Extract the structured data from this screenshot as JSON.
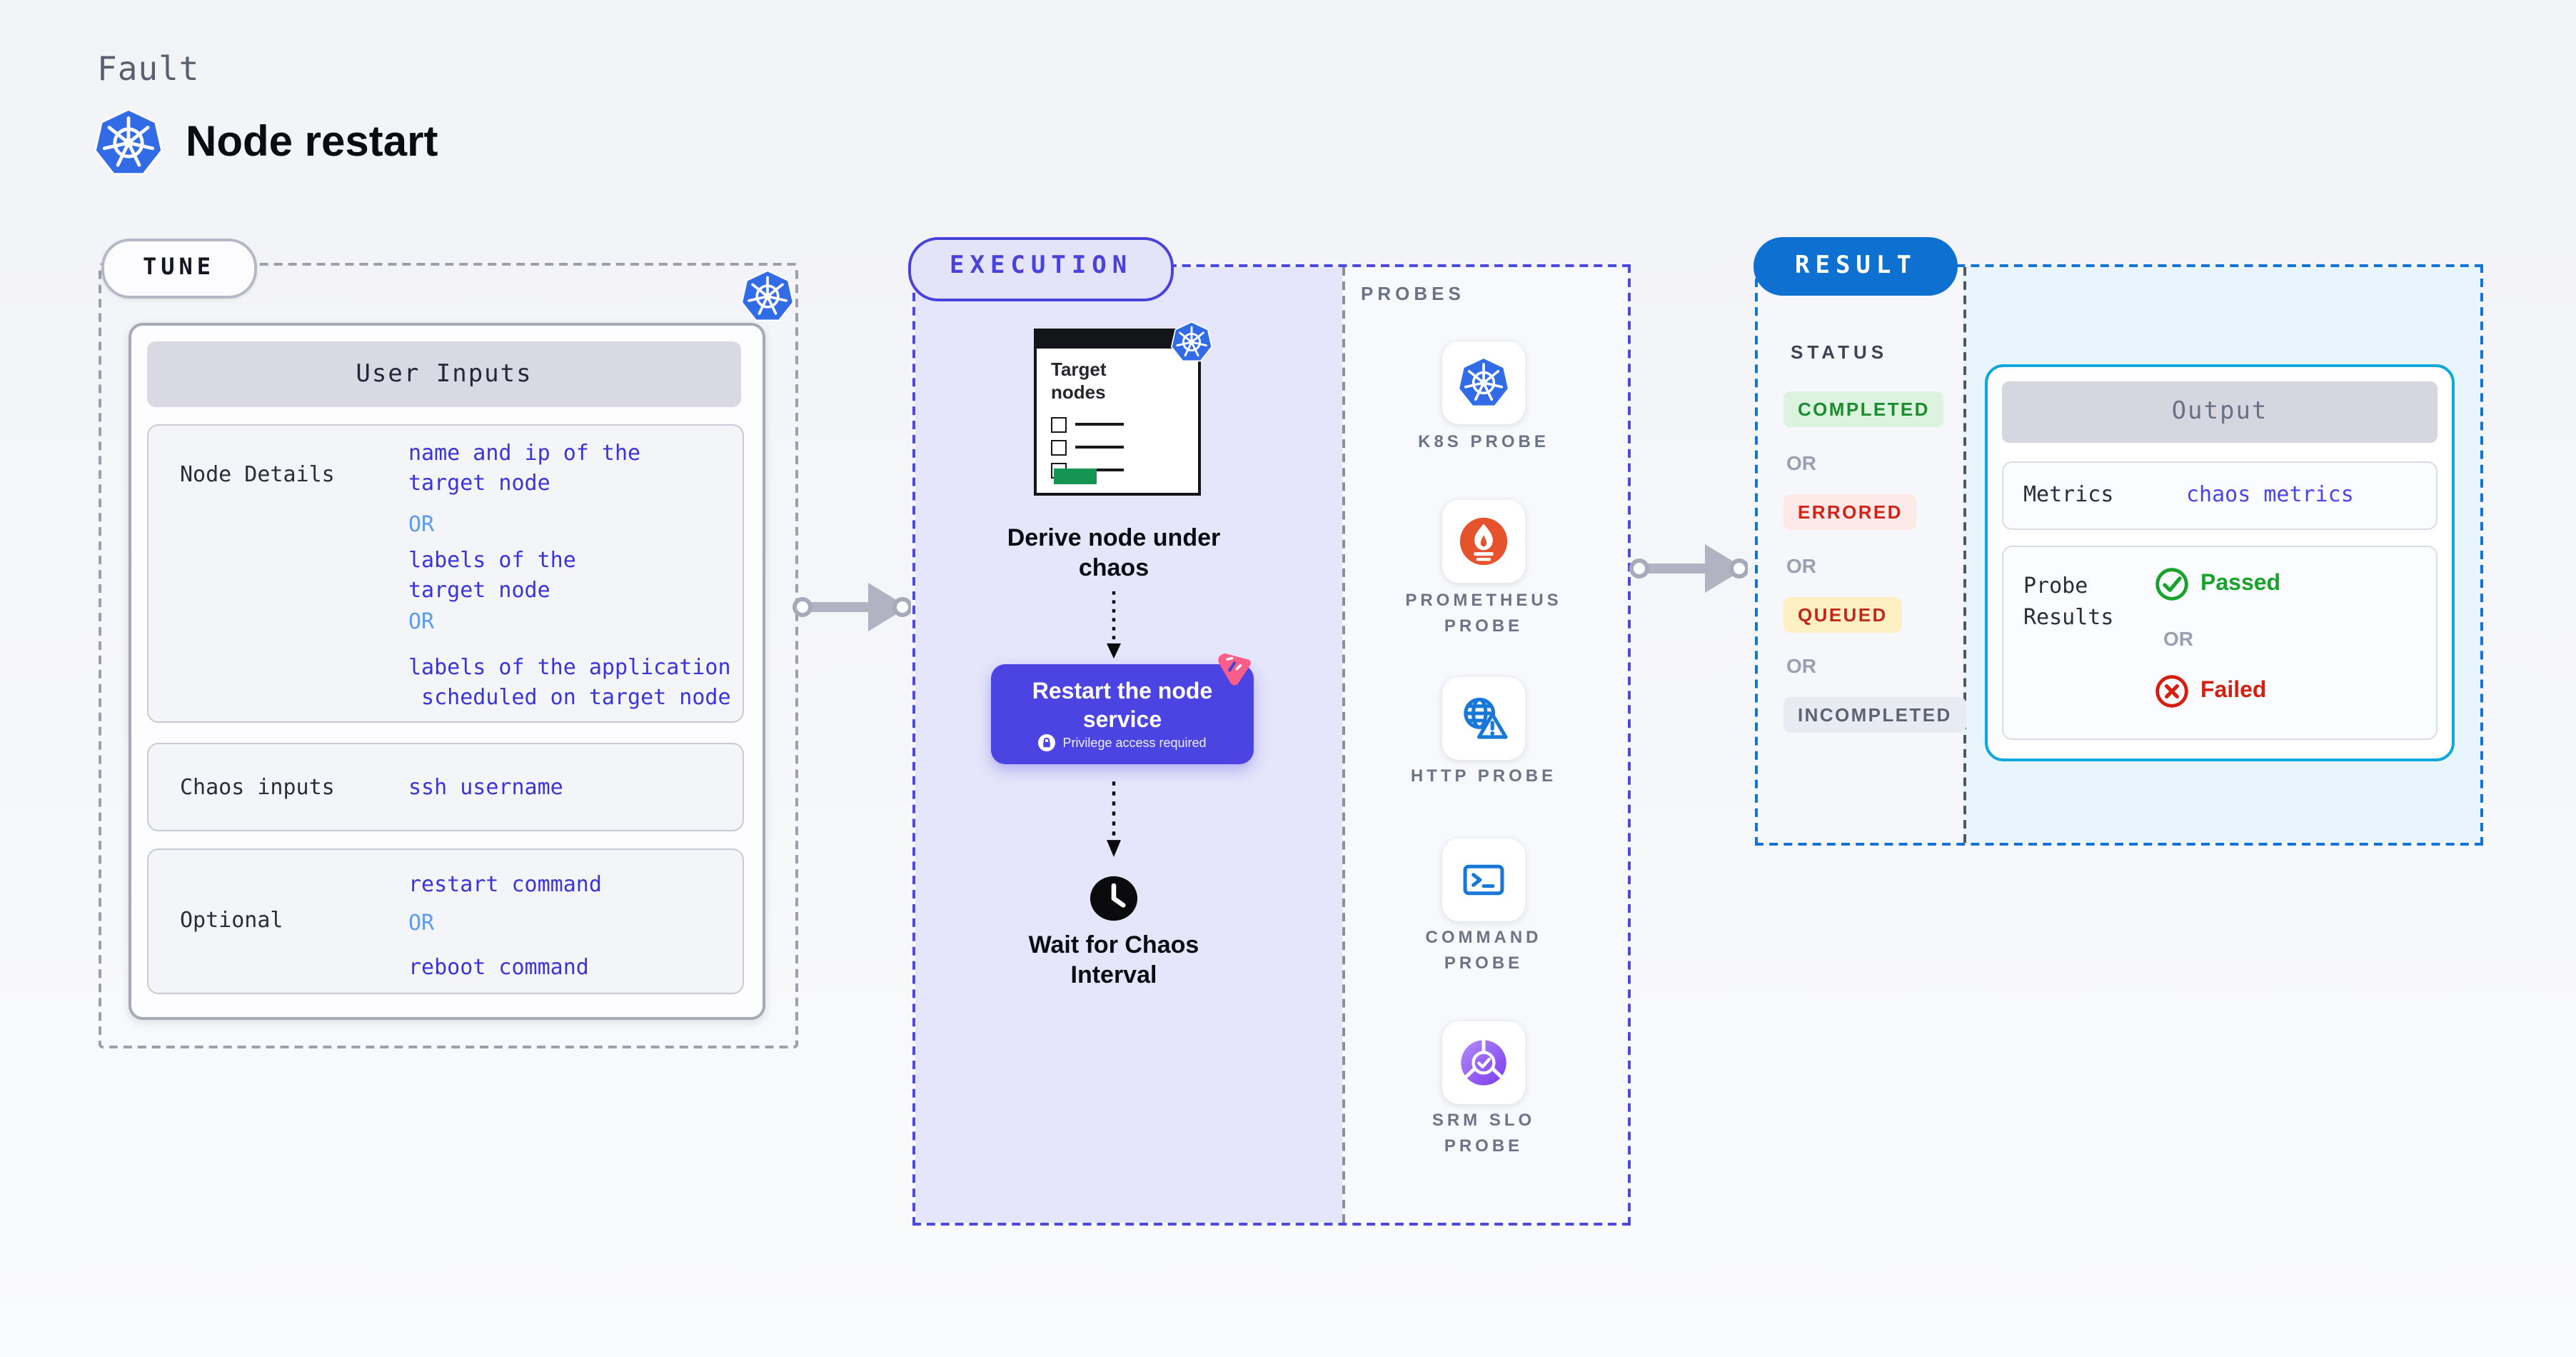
{
  "header": {
    "kicker": "Fault",
    "title": "Node restart"
  },
  "tune": {
    "badge": "TUNE",
    "table_header": "User Inputs",
    "row1": {
      "label": "Node Details",
      "value1_line1": "name and ip of the",
      "value1_line2": "target node",
      "or1": "OR",
      "value2_line1": "labels of the",
      "value2_line2": "target node",
      "or2": "OR",
      "value3_line1": "labels of the application",
      "value3_line2": " scheduled on target node"
    },
    "row2": {
      "label": "Chaos inputs",
      "value": "ssh username"
    },
    "row3": {
      "label": "Optional",
      "value1": "restart command",
      "or": "OR",
      "value2": "reboot command"
    }
  },
  "execution": {
    "badge": "EXECUTION",
    "illustration": {
      "title_line1": "Target",
      "title_line2": "nodes"
    },
    "step1_line1": "Derive node under",
    "step1_line2": "chaos",
    "button": {
      "line1": "Restart the node",
      "line2": "service",
      "note": "Privilege access required"
    },
    "step3_line1": "Wait for Chaos",
    "step3_line2": "Interval"
  },
  "probes": {
    "heading": "PROBES",
    "items": [
      {
        "icon": "kubernetes-icon",
        "line1": "K8S PROBE",
        "line2": ""
      },
      {
        "icon": "prometheus-icon",
        "line1": "PROMETHEUS",
        "line2": "PROBE"
      },
      {
        "icon": "http-probe-icon",
        "line1": "HTTP PROBE",
        "line2": ""
      },
      {
        "icon": "command-probe-icon",
        "line1": "COMMAND",
        "line2": "PROBE"
      },
      {
        "icon": "srm-slo-icon",
        "line1": "SRM SLO",
        "line2": "PROBE"
      }
    ]
  },
  "result": {
    "badge": "RESULT",
    "status_heading": "STATUS",
    "or": "OR",
    "statuses": [
      {
        "label": "COMPLETED",
        "fg": "#1d8c31",
        "bg": "#dcf3e0"
      },
      {
        "label": "ERRORED",
        "fg": "#d02418",
        "bg": "#fdeae8"
      },
      {
        "label": "QUEUED",
        "fg": "#c2271c",
        "bg": "#fcf0c4"
      },
      {
        "label": "INCOMPLETED",
        "fg": "#5d6373",
        "bg": "#e9ebf2"
      }
    ],
    "output": {
      "header": "Output",
      "metrics_label": "Metrics",
      "metrics_value": "chaos metrics",
      "probe_label_line1": "Probe",
      "probe_label_line2": "Results",
      "passed": "Passed",
      "or": "OR",
      "failed": "Failed"
    }
  },
  "colors": {
    "accent_indigo": "#4c44e2",
    "value_blue": "#3a34da",
    "or_light_blue": "#5b9bf3",
    "execution_border": "#4d49de",
    "result_border": "#1474d3",
    "result_pill_blue": "#0e70d1",
    "output_border_cyan": "#10a6de",
    "kubernetes_blue": "#316ce6",
    "prometheus_orange": "#e6522c",
    "litmus_pink": "#fa5d88",
    "passed_green": "#18a22b",
    "failed_red": "#d32011",
    "illustration_green": "#169552"
  }
}
